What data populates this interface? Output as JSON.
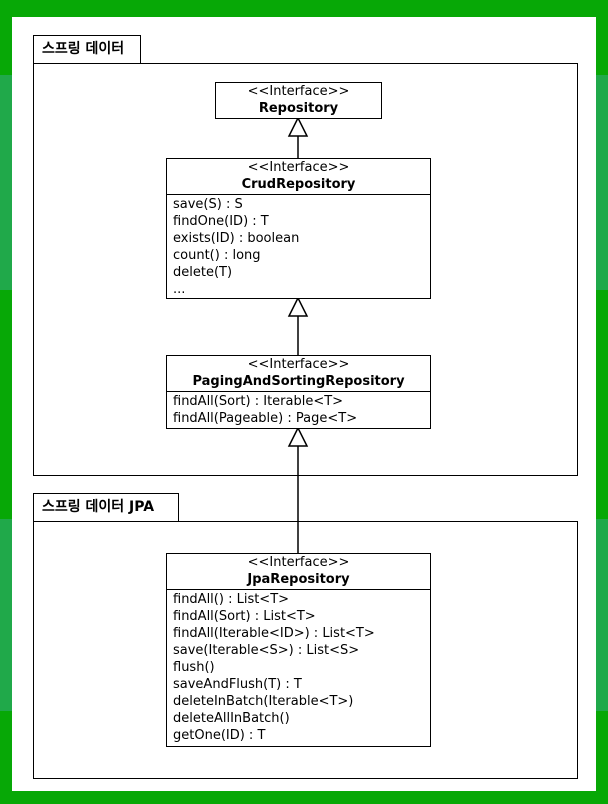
{
  "packages": [
    {
      "label": "스프링 데이터"
    },
    {
      "label": "스프링 데이터 JPA"
    }
  ],
  "classes": [
    {
      "stereotype": "<<Interface>>",
      "name": "Repository",
      "operations": []
    },
    {
      "stereotype": "<<Interface>>",
      "name": "CrudRepository",
      "operations": [
        "save(S) : S",
        "findOne(ID) : T",
        "exists(ID) : boolean",
        "count() : long",
        "delete(T)",
        "..."
      ]
    },
    {
      "stereotype": "<<Interface>>",
      "name": "PagingAndSortingRepository",
      "operations": [
        "findAll(Sort) : Iterable<T>",
        "findAll(Pageable) : Page<T>"
      ]
    },
    {
      "stereotype": "<<Interface>>",
      "name": "JpaRepository",
      "operations": [
        "findAll() : List<T>",
        "findAll(Sort) : List<T>",
        "findAll(Iterable<ID>) : List<T>",
        "save(Iterable<S>) : List<S>",
        "flush()",
        "saveAndFlush(T) : T",
        "deleteInBatch(Iterable<T>)",
        "deleteAllInBatch()",
        "getOne(ID) : T"
      ]
    }
  ],
  "relations": [
    {
      "from": "CrudRepository",
      "to": "Repository",
      "type": "generalization"
    },
    {
      "from": "PagingAndSortingRepository",
      "to": "CrudRepository",
      "type": "generalization"
    },
    {
      "from": "JpaRepository",
      "to": "PagingAndSortingRepository",
      "type": "generalization"
    }
  ],
  "colors": {
    "frame": "#07a806",
    "band": "#20a94a",
    "line": "#000000",
    "background": "#ffffff"
  }
}
